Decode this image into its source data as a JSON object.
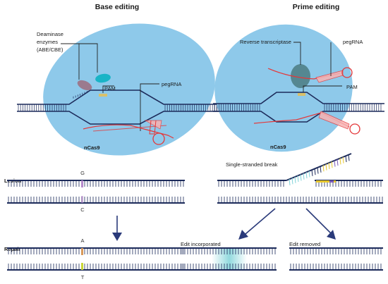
{
  "titles": {
    "left": "Base editing",
    "right": "Prime editing"
  },
  "labels": {
    "deaminase_line1": "Deaminase",
    "deaminase_line2": "enzymes",
    "deaminase_line3": "(ABE/CBE)",
    "pam_left": "PAM",
    "pegrna_left": "pegRNA",
    "ncas9_left": "nCas9",
    "reverse_transcriptase": "Reverse transcriptase",
    "pegrna_right": "pegRNA",
    "pam_right": "PAM",
    "ncas9_right": "nCas9",
    "single_stranded_break": "Single-stranded break",
    "lesion": "Lesion",
    "repair": "Repair",
    "edit_incorporated": "Edit incorporated",
    "edit_removed": "Edit removed"
  },
  "nucleotides": {
    "lesion_top": "G",
    "lesion_bottom": "C",
    "repair_top": "A",
    "repair_bottom": "T"
  },
  "colors": {
    "cas9_blob": "#8ec9ea",
    "dna": "#1c2a5a",
    "rna": "#e4383a",
    "deaminase_1": "#9b7a8e",
    "deaminase_2": "#19b4c6",
    "reverse_transcriptase": "#4f7f87",
    "pam": "#d9c06a",
    "lesion_mark": "#b78bcc",
    "repair_mark": "#c9d736",
    "edit_teal": "#7fd3d8",
    "flap_yellow": "#e6c62c",
    "flap_purple": "#7a5ab8"
  }
}
